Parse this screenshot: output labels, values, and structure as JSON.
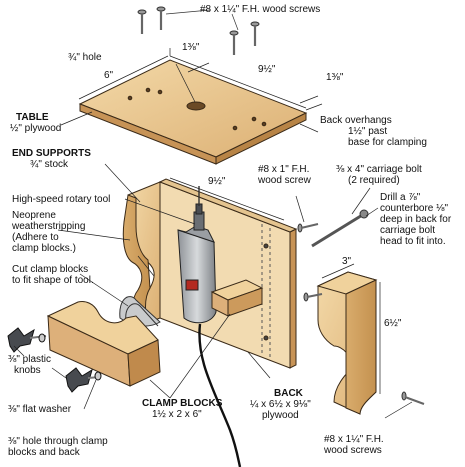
{
  "labels": {
    "fh_screws_top": "#8 x 1¼\" F.H. wood screws",
    "hole": "¾\" hole",
    "dim_1_3_8_left": "1⅜\"",
    "dim_6": "6\"",
    "dim_9_half_top": "9½\"",
    "dim_1_3_8_right": "1⅜\"",
    "table_title": "TABLE",
    "table_sub": "½\" plywood",
    "back_overhang_1": "Back overhangs",
    "back_overhang_2": "1½\" past",
    "back_overhang_3": "base for clamping",
    "end_supports_title": "END SUPPORTS",
    "end_supports_sub": "¾\" stock",
    "dim_9_half_mid": "9½\"",
    "fh_screw_1in_1": "#8 x 1\" F.H.",
    "fh_screw_1in_2": "wood screw",
    "carriage_bolt_1": "⅜ x 4\" carriage bolt",
    "carriage_bolt_2": "(2 required)",
    "rotary_tool": "High-speed rotary tool",
    "neoprene_1": "Neoprene",
    "neoprene_2": "weatherstripping",
    "neoprene_3": "(Adhere to",
    "neoprene_4": "clamp blocks.)",
    "drill_1": "Drill a ⅞\"",
    "drill_2": "counterbore ⅛\"",
    "drill_3": "deep in back for",
    "drill_4": "carriage bolt",
    "drill_5": "head to fit into.",
    "cut_clamp_1": "Cut clamp blocks",
    "cut_clamp_2": "to fit shape of tool.",
    "dim_3": "3\"",
    "dim_6_half": "6½\"",
    "plastic_knobs_1": "⅜\" plastic",
    "plastic_knobs_2": "knobs",
    "flat_washer": "⅜\" flat washer",
    "hole_through_1": "⅜\" hole through clamp",
    "hole_through_2": "blocks and back",
    "clamp_blocks_title": "CLAMP BLOCKS",
    "clamp_blocks_sub": "1½ x 2 x 6\"",
    "back_title": "BACK",
    "back_sub_1": "¼ x 6½ x 9⅛\"",
    "back_sub_2": "plywood",
    "fh_screws_bot_1": "#8 x 1¼\" F.H.",
    "fh_screws_bot_2": "wood screws"
  },
  "colors": {
    "wood": "#e8c48c",
    "wood_dark": "#d1a366",
    "wood_edge": "#c08a4c",
    "plywood_face": "#f2dbb1",
    "tool_gray": "#b9bcbf",
    "tool_dark": "#4a4d52",
    "metal": "#7a7d82",
    "line": "#222222"
  }
}
